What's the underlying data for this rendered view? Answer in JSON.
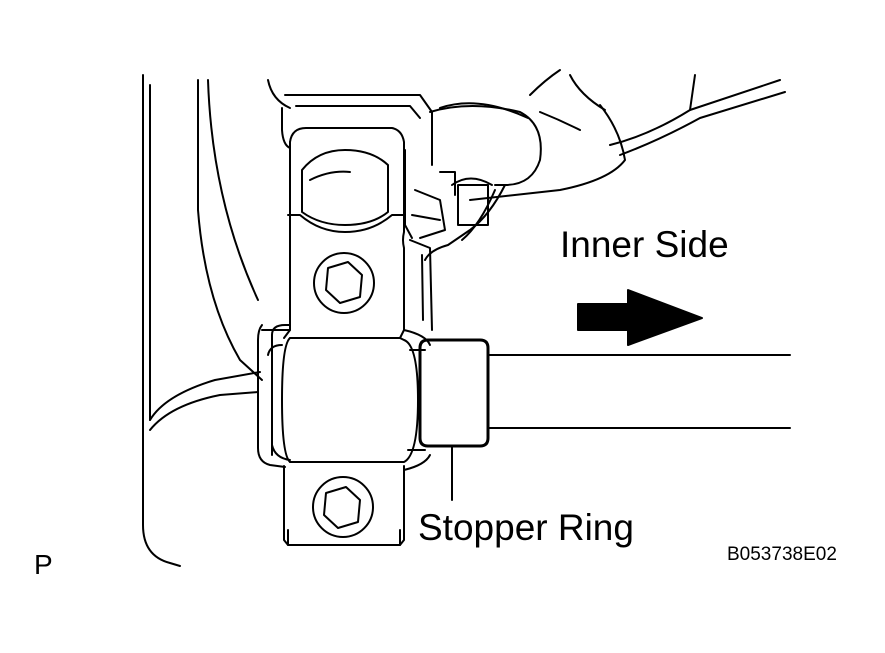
{
  "labels": {
    "direction_label": "Inner Side",
    "part_label": "Stopper Ring",
    "view_letter": "P",
    "figure_code": "B053738E02"
  },
  "colors": {
    "line": "#000000",
    "background": "#ffffff"
  },
  "icons": {
    "direction_arrow": "right-arrow-icon",
    "bolt_heads": "hex-bolt-icon"
  }
}
